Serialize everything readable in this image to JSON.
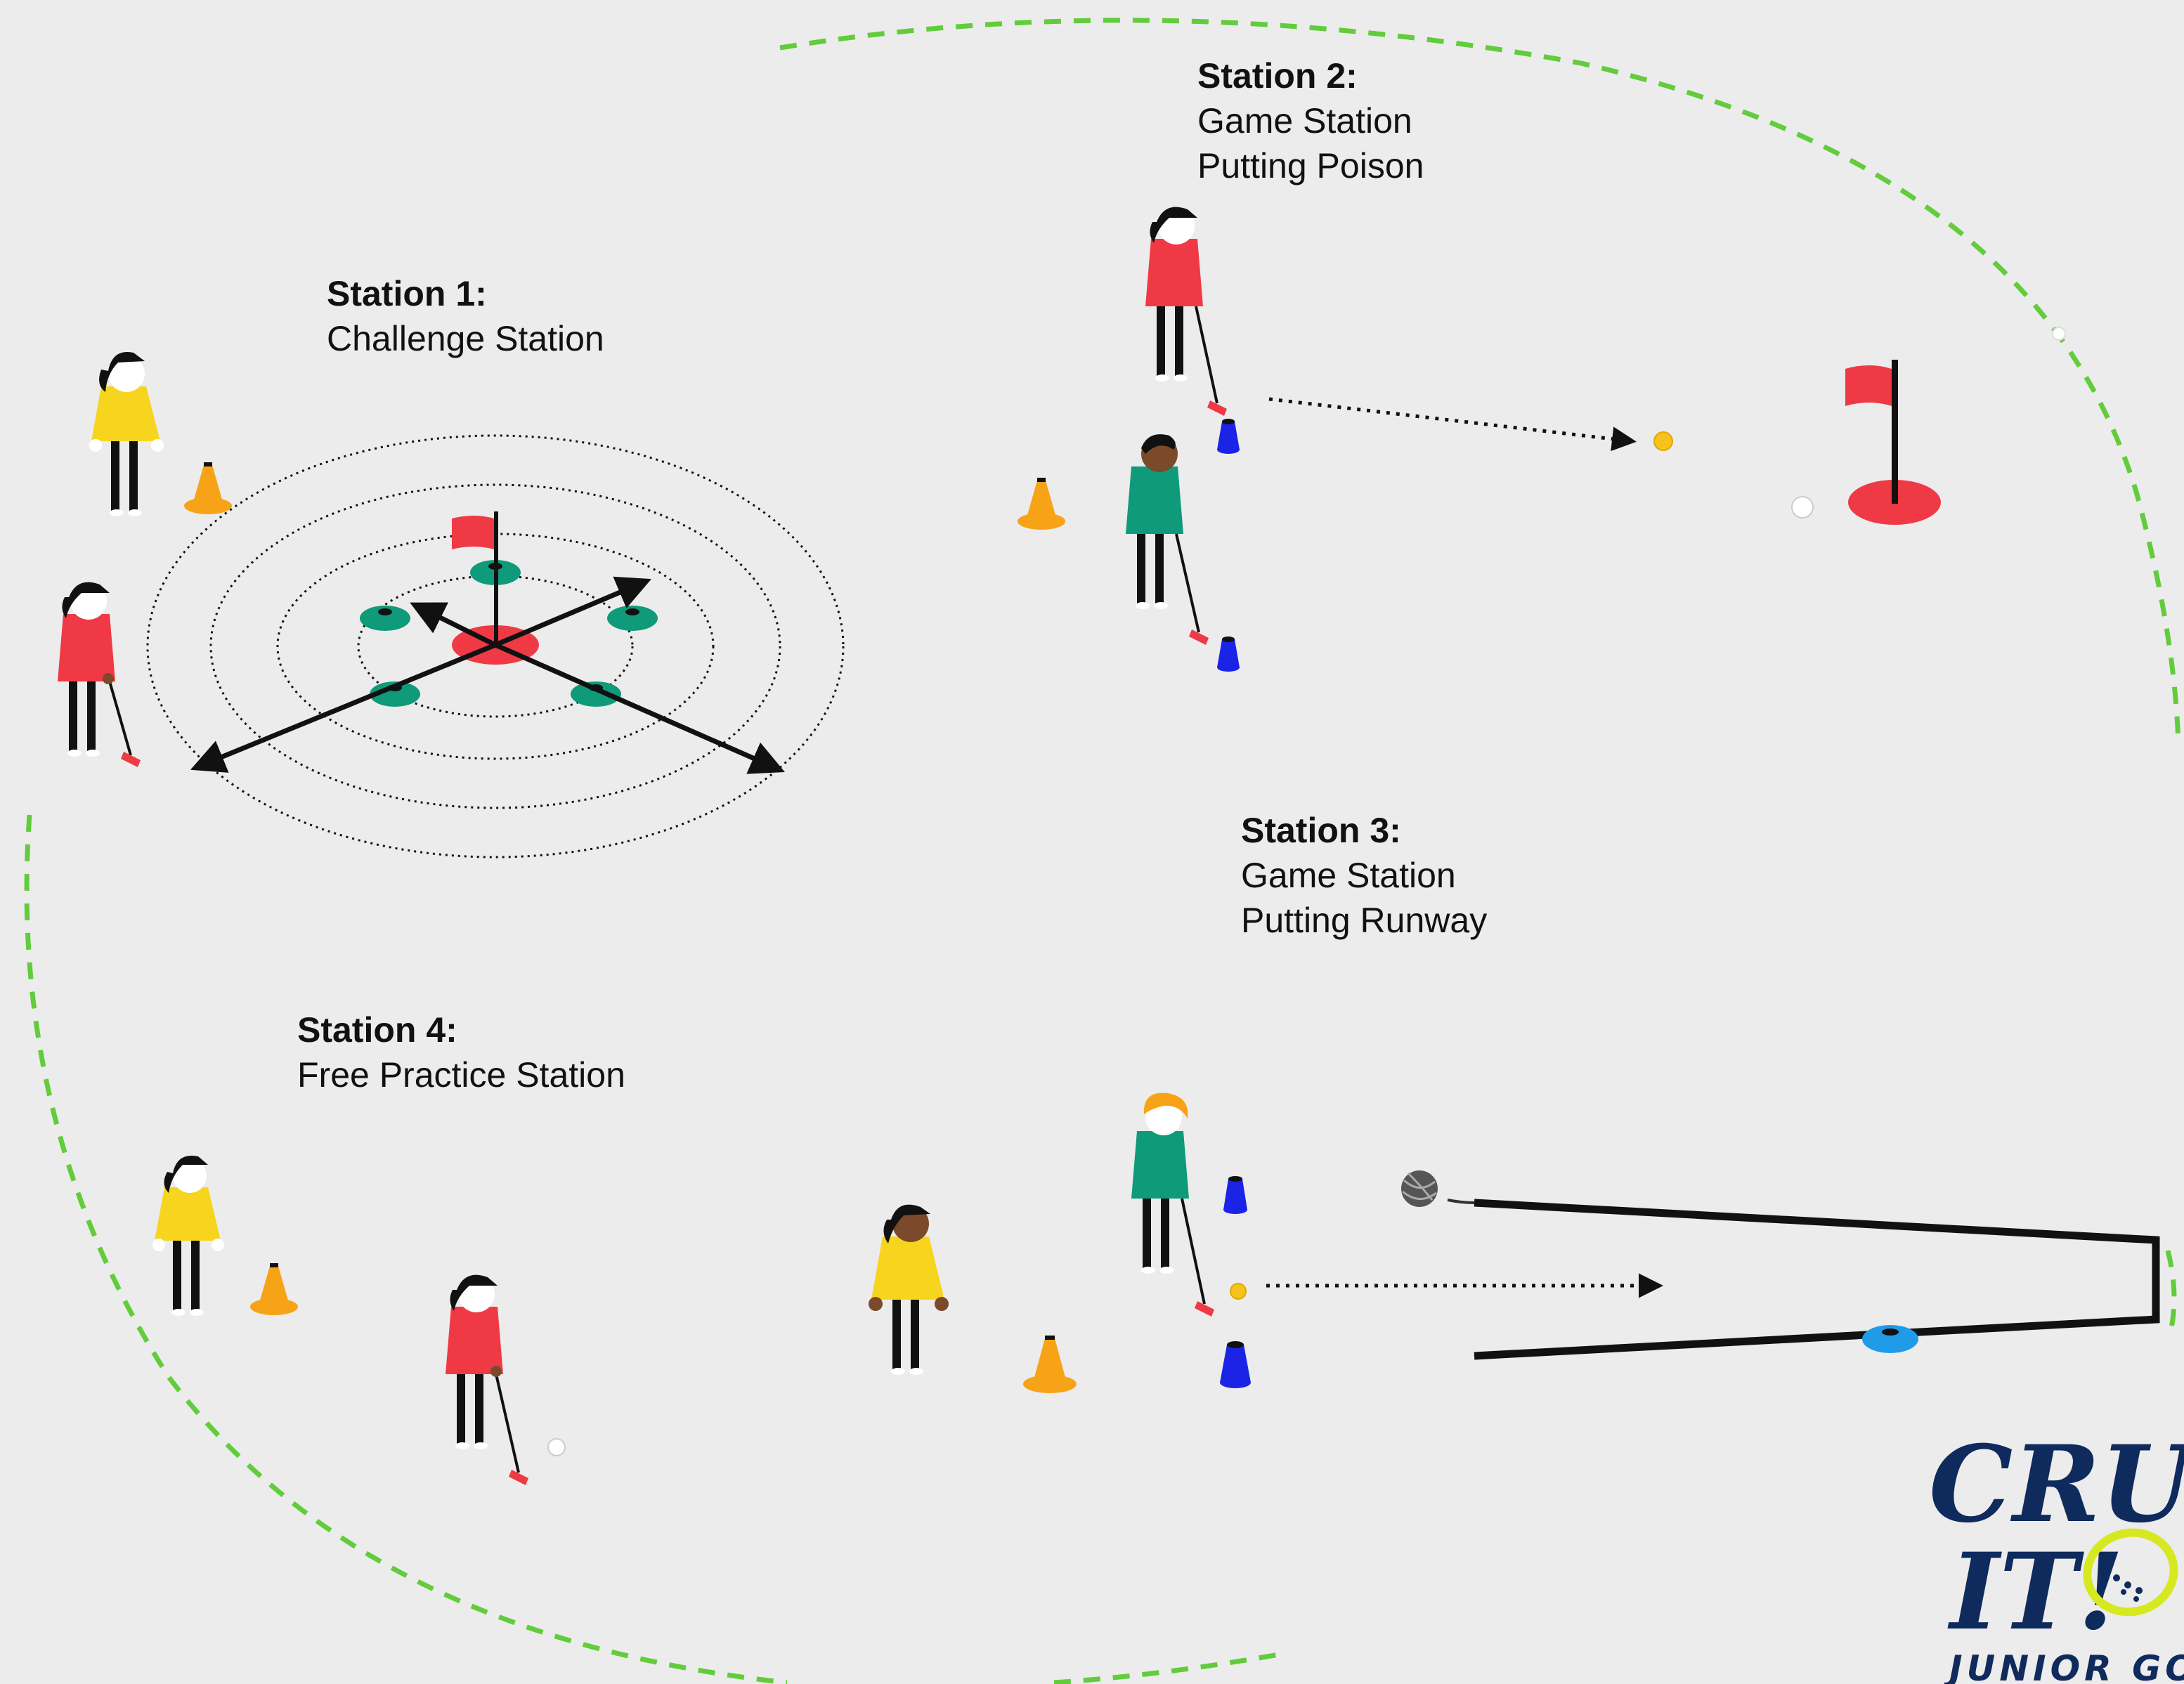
{
  "stations": [
    {
      "title": "Station 1:",
      "lines": [
        "Challenge Station"
      ]
    },
    {
      "title": "Station 2:",
      "lines": [
        "Game Station",
        "Putting Poison"
      ]
    },
    {
      "title": "Station 3:",
      "lines": [
        "Game Station",
        "Putting Runway"
      ]
    },
    {
      "title": "Station 4:",
      "lines": [
        "Free Practice Station"
      ]
    }
  ],
  "logo": {
    "line1": "CRUSH",
    "line2": "IT!",
    "tagline": "JUNIOR GOLF",
    "color": "#0f2a5c",
    "accent": "#d6e81f"
  },
  "colors": {
    "background": "#ececec",
    "boundary": "#62cc3c",
    "red": "#ef3a46",
    "yellow": "#f7d51e",
    "teal": "#0f9a7a",
    "orange_cone": "#f7a318",
    "blue_cone": "#1b24e6",
    "light_blue_disc": "#1f9be8"
  }
}
